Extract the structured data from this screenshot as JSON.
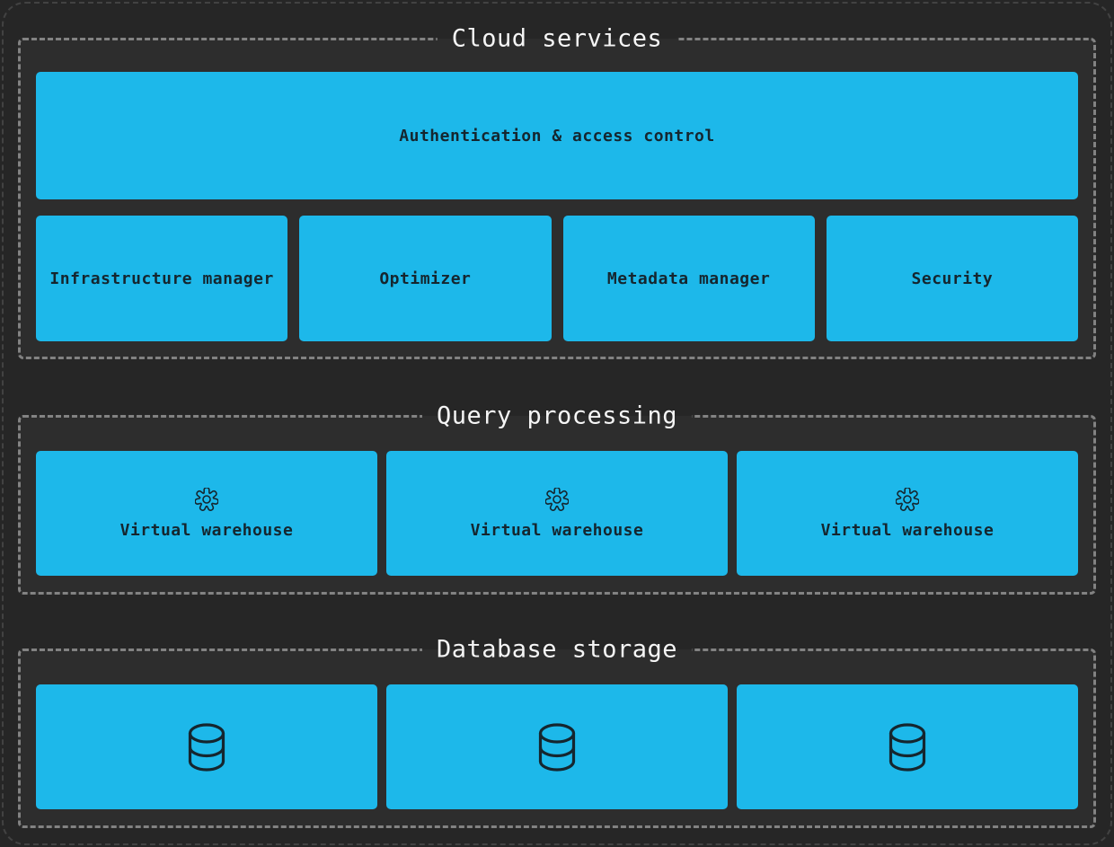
{
  "diagram": {
    "colors": {
      "background": "#262626",
      "section_background": "#2d2d2d",
      "dashed_border": "#828282",
      "box_fill": "#1db8ea",
      "box_text": "#15262f",
      "title_text": "#f5f5f5"
    },
    "sections": {
      "cloud_services": {
        "title": "Cloud services",
        "wide_box": {
          "label": "Authentication & access control"
        },
        "boxes": [
          {
            "label": "Infrastructure manager"
          },
          {
            "label": "Optimizer"
          },
          {
            "label": "Metadata manager"
          },
          {
            "label": "Security"
          }
        ]
      },
      "query_processing": {
        "title": "Query processing",
        "boxes": [
          {
            "icon": "gear-icon",
            "label": "Virtual warehouse"
          },
          {
            "icon": "gear-icon",
            "label": "Virtual warehouse"
          },
          {
            "icon": "gear-icon",
            "label": "Virtual warehouse"
          }
        ]
      },
      "database_storage": {
        "title": "Database storage",
        "boxes": [
          {
            "icon": "database-icon"
          },
          {
            "icon": "database-icon"
          },
          {
            "icon": "database-icon"
          }
        ]
      }
    }
  }
}
